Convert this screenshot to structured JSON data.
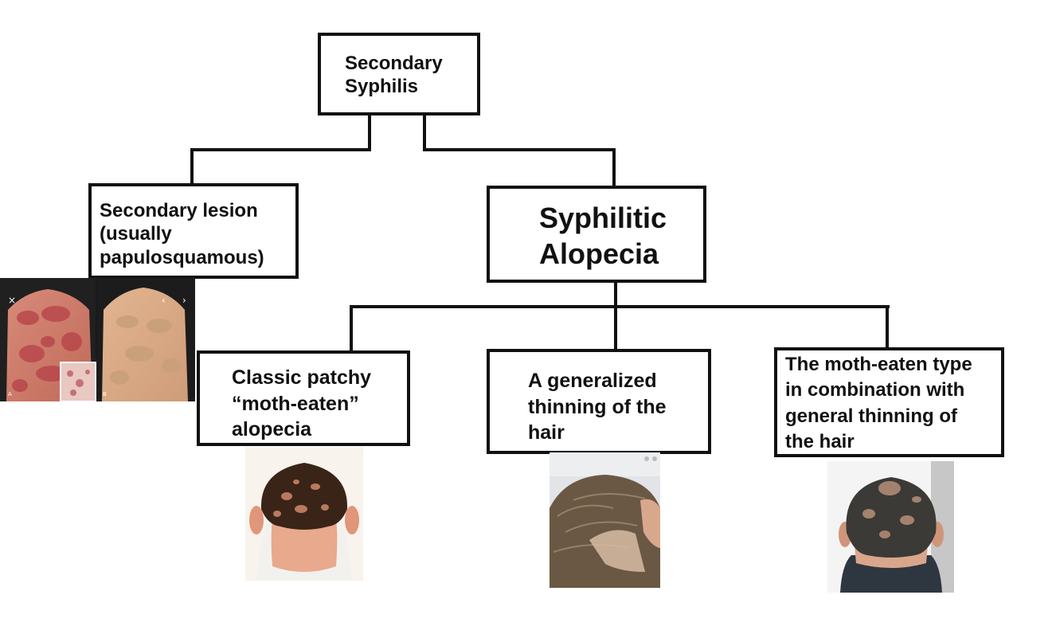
{
  "root": {
    "label": "Secondary\n Syphilis"
  },
  "secondary_lesion": {
    "label": " Secondary lesion\n(usually\npapulosquamous)"
  },
  "syphilitic_alopecia": {
    "label": "Syphilitic\nAlopecia"
  },
  "children": [
    {
      "label": "Classic patchy\n“moth-eaten”\nalopecia"
    },
    {
      "label": " A generalized\nthinning of the\nhair"
    },
    {
      "label": "The moth-eaten type\nin combination with\ngeneral thinning of\nthe hair"
    }
  ],
  "rash_photo": {
    "panel_labels": [
      "A",
      "B"
    ]
  }
}
